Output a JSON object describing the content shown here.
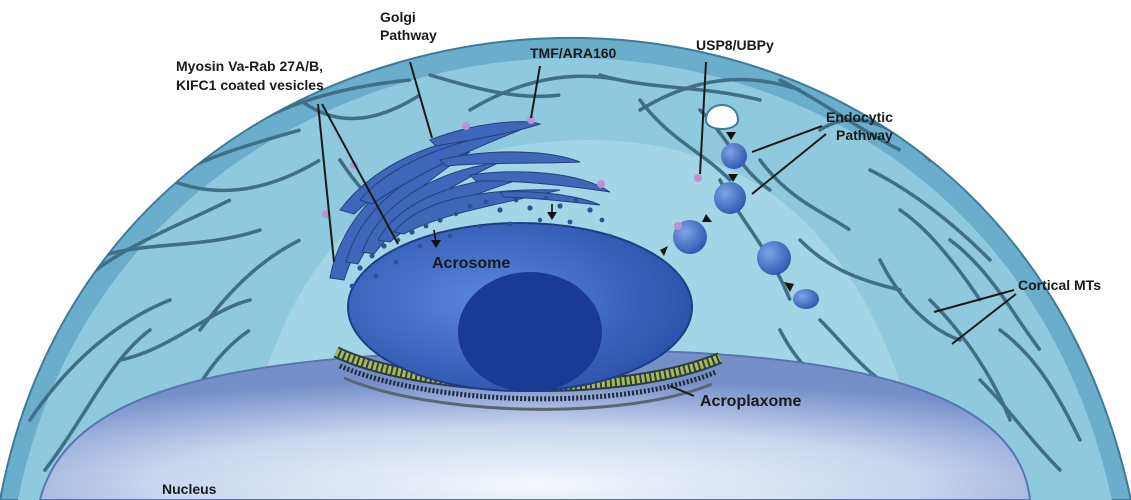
{
  "labels": {
    "golgi_pathway": [
      "Golgi",
      "Pathway"
    ],
    "myosin": [
      "Myosin Va-Rab 27A/B,",
      "KIFC1 coated vesicles"
    ],
    "tmf": "TMF/ARA160",
    "usp8": "USP8/UBPy",
    "endocytic": [
      "Endocytic",
      "Pathway"
    ],
    "acrosome": "Acrosome",
    "cortical_mts": "Cortical MTs",
    "acroplaxome": "Acroplaxome",
    "nucleus": "Nucleus"
  },
  "colors": {
    "cell_outer": "#6aaecb",
    "cytoplasm": "#8fc9de",
    "perinuclear": "#a7d7e8",
    "nucleus_light": "#e8f0fa",
    "nucleus_dark": "#7893cc",
    "acrosome": "#3a64c2",
    "acrosome_core": "#1a3a96",
    "golgi": "#3f66b8",
    "acroplaxome": "#a6c046",
    "vesicle": "#3e6cc4",
    "marker_pink": "#c08fd6"
  }
}
